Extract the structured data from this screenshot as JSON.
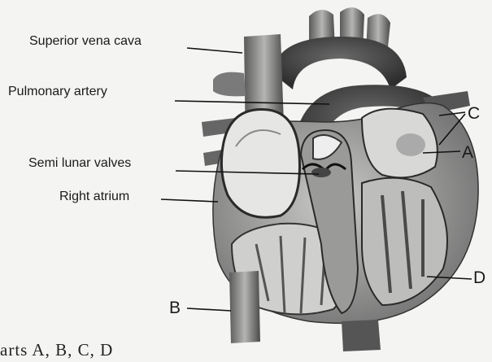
{
  "labels": {
    "superior_vena_cava": "Superior vena cava",
    "pulmonary_artery": "Pulmonary artery",
    "semi_lunar_valves": "Semi lunar valves",
    "right_atrium": "Right atrium",
    "a": "A",
    "b": "B",
    "c": "C",
    "d": "D"
  },
  "caption": "arts A, B, C, D",
  "colors": {
    "tissue_dark": "#3e3e3e",
    "tissue_mid": "#8a8a8a",
    "tissue_light": "#d4d4d2",
    "line": "#111111"
  }
}
